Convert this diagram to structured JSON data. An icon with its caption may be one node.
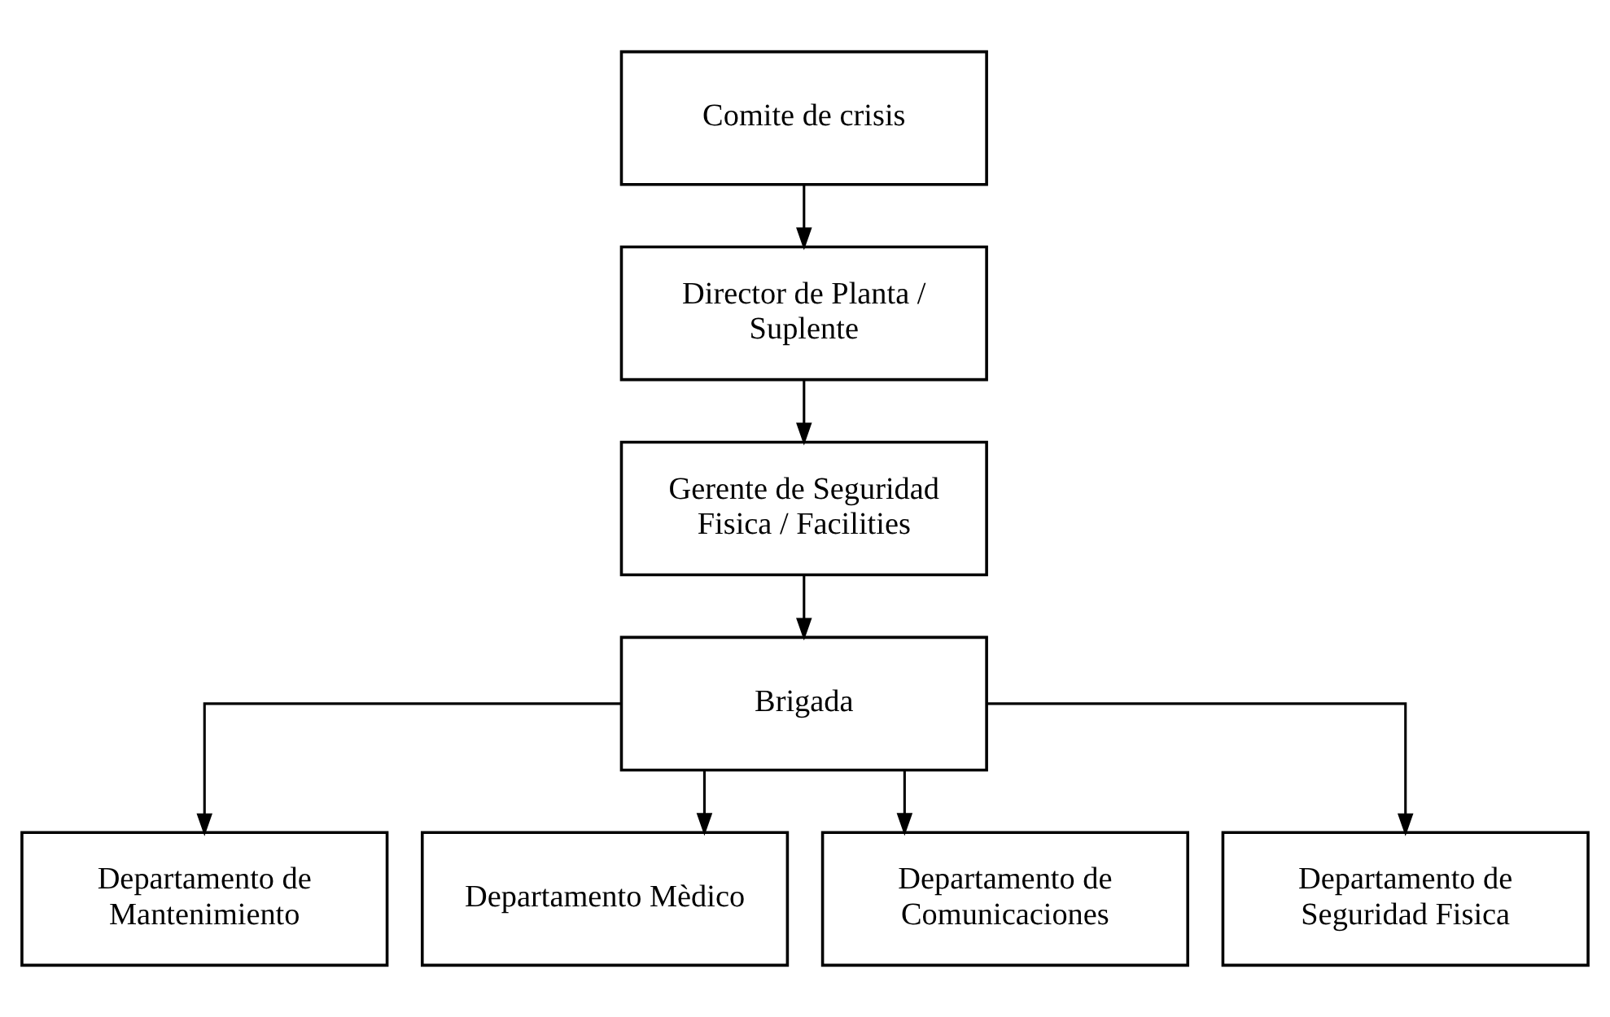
{
  "diagram": {
    "nodes": [
      {
        "text": [
          "Comite de crisis"
        ]
      },
      {
        "text": [
          "Director de Planta / Suplente"
        ]
      },
      {
        "text": [
          "Gerente de Seguridad Fisica / Facilities"
        ]
      },
      {
        "text": [
          "Brigada"
        ]
      },
      {
        "text": [
          "Departamento de Mantenimiento"
        ]
      },
      {
        "text": [
          "Departamento Mèdico"
        ]
      },
      {
        "text": [
          "Departamento de Comunicaciones"
        ]
      },
      {
        "text": [
          "Departamento de Seguridad Fisica"
        ]
      }
    ],
    "edges": [
      {
        "from": 0,
        "to": 1,
        "arrow": "to"
      },
      {
        "from": 1,
        "to": 2,
        "arrow": "to"
      },
      {
        "from": 2,
        "to": 3,
        "arrow": "to"
      },
      {
        "from": 3,
        "to": 4,
        "arrow": "to"
      },
      {
        "from": 3,
        "to": 5,
        "arrow": "to"
      },
      {
        "from": 3,
        "to": 6,
        "arrow": "to"
      },
      {
        "from": 3,
        "to": 7,
        "arrow": "to"
      }
    ]
  }
}
